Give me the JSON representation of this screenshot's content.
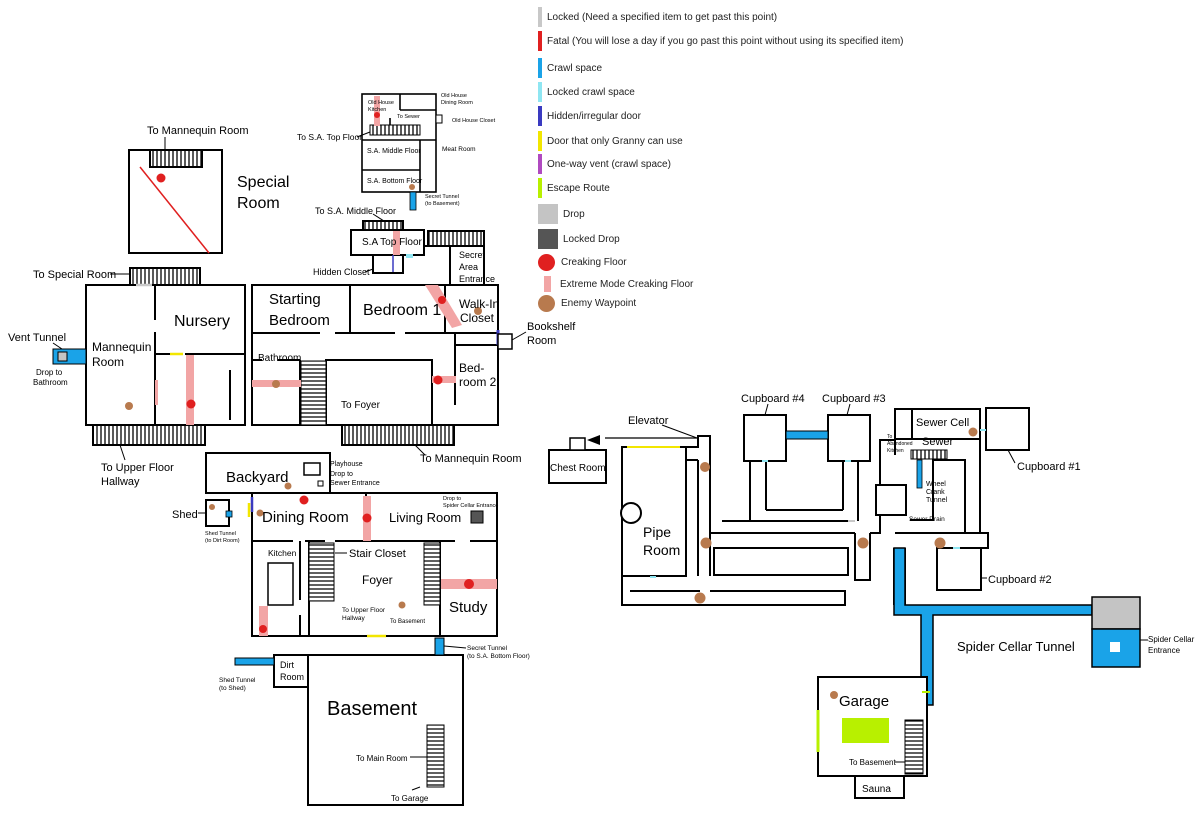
{
  "colors": {
    "wall": "#000000",
    "locked": "#c8c8c8",
    "fatal": "#e02020",
    "crawl": "#1aa3e8",
    "locked_crawl": "#8fe6f2",
    "hidden": "#3a3ac0",
    "granny_door": "#f2e600",
    "oneway": "#b04ac0",
    "escape": "#b8f000",
    "drop": "#c4c4c4",
    "locked_drop": "#555555",
    "creak": "#e02020",
    "extreme": "#f2a5a5",
    "waypoint": "#b87a4e"
  },
  "legend": {
    "locked": "Locked (Need a specified item to get past this point)",
    "fatal": "Fatal (You will lose a day if you go past this point without using its specified item)",
    "crawl": "Crawl space",
    "locked_crawl": "Locked crawl space",
    "hidden": "Hidden/irregular door",
    "granny_door": "Door that only Granny can use",
    "oneway": "One-way vent (crawl space)",
    "escape": "Escape Route",
    "drop": "Drop",
    "locked_drop": "Locked Drop",
    "creaking": "Creaking Floor",
    "extreme": "Extreme Mode Creaking Floor",
    "waypoint": "Enemy Waypoint"
  },
  "labels": {
    "to_mannequin_room_top": "To Mannequin Room",
    "special_room_1": "Special",
    "special_room_2": "Room",
    "to_special_room": "To Special Room",
    "vent_tunnel": "Vent Tunnel",
    "drop_to_bathroom_1": "Drop to",
    "drop_to_bathroom_2": "Bathroom",
    "mannequin_room_1": "Mannequin",
    "mannequin_room_2": "Room",
    "nursery": "Nursery",
    "to_upper_floor_hallway_1": "To Upper Floor",
    "to_upper_floor_hallway_2": "Hallway",
    "starting_bedroom_1": "Starting",
    "starting_bedroom_2": "Bedroom",
    "bedroom_1": "Bedroom 1",
    "walk_in_closet_1": "Walk-In",
    "walk_in_closet_2": "Closet",
    "secret_area_entrance_1": "Secret",
    "secret_area_entrance_2": "Area",
    "secret_area_entrance_3": "Entrance",
    "bookshelf_room_1": "Bookshelf",
    "bookshelf_room_2": "Room",
    "bathroom": "Bathroom",
    "to_foyer": "To Foyer",
    "bedroom_2_1": "Bed-",
    "bedroom_2_2": "room 2",
    "to_mannequin_room_bottom": "To Mannequin Room",
    "hidden_closet": "Hidden Closet",
    "sa_top_floor": "S.A Top Floor",
    "to_sa_middle_floor": "To S.A. Middle Floor",
    "to_sa_top_floor": "To S.A. Top Floor",
    "old_house_kitchen_1": "Old House",
    "old_house_kitchen_2": "Kitchen",
    "old_house_dining_1": "Old House",
    "old_house_dining_2": "Dining Room",
    "to_sewer": "To Sewer",
    "old_house_closet": "Old House Closet",
    "sa_middle_floor": "S.A. Middle Floor",
    "meat_room": "Meat Room",
    "sa_bottom_floor": "S.A. Bottom Floor",
    "secret_tunnel_basement_1": "Secret Tunnel",
    "secret_tunnel_basement_2": "(to Basement)",
    "backyard": "Backyard",
    "playhouse": "Playhouse",
    "drop_to_sewer_1": "Drop to",
    "drop_to_sewer_2": "Sewer Entrance",
    "shed": "Shed",
    "shed_tunnel_dirt_1": "Shed Tunnel",
    "shed_tunnel_dirt_2": "(to Dirt Room)",
    "dining_room": "Dining Room",
    "living_room": "Living Room",
    "drop_to_spider_1": "Drop to",
    "drop_to_spider_2": "Spider Cellar Entrance",
    "kitchen": "Kitchen",
    "stair_closet": "Stair Closet",
    "foyer": "Foyer",
    "study": "Study",
    "to_upper_floor_hallway_3": "To Upper Floor",
    "to_upper_floor_hallway_4": "Hallway",
    "to_basement": "To Basement",
    "secret_tunnel_sa_1": "Secret Tunnel",
    "secret_tunnel_sa_2": "(to S.A. Bottom Floor)",
    "shed_tunnel_shed_1": "Shed Tunnel",
    "shed_tunnel_shed_2": "(to Shed)",
    "dirt_room_1": "Dirt",
    "dirt_room_2": "Room",
    "basement": "Basement",
    "to_main_room": "To Main Room",
    "to_garage": "To Garage",
    "elevator": "Elevator",
    "chest_room": "Chest Room",
    "pipe_room_1": "Pipe",
    "pipe_room_2": "Room",
    "cupboard_4": "Cupboard #4",
    "cupboard_3": "Cupboard #3",
    "sewer_cell": "Sewer Cell",
    "sewer": "Sewer",
    "to_abandoned_kitchen_1": "To",
    "to_abandoned_kitchen_2": "Abandoned",
    "to_abandoned_kitchen_3": "Kitchen",
    "wheel_crank_1": "Wheel",
    "wheel_crank_2": "Crank",
    "wheel_crank_3": "Tunnel",
    "sewer_drain": "Sewer Drain",
    "cupboard_1": "Cupboard #1",
    "cupboard_2": "Cupboard #2",
    "spider_cellar_tunnel": "Spider Cellar Tunnel",
    "spider_cellar_entrance_1": "Spider Cellar",
    "spider_cellar_entrance_2": "Entrance",
    "garage": "Garage",
    "to_basement_garage": "To Basement",
    "sauna": "Sauna"
  }
}
